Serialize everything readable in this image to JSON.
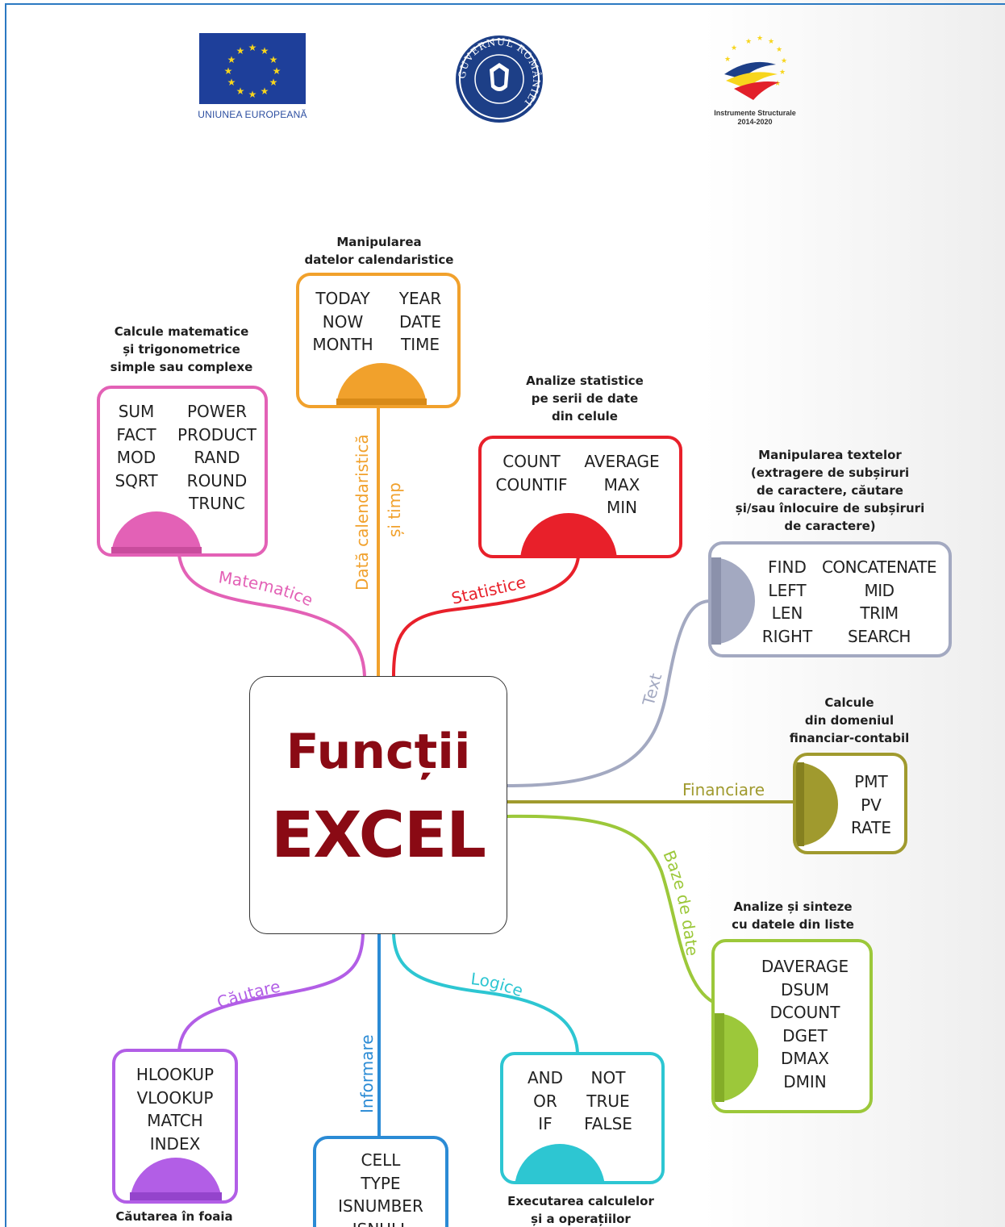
{
  "logos": {
    "eu_text": "UNIUNEA EUROPEANĂ",
    "gov_seal_text": "GUVERNUL ROMÂNIEI",
    "is_text_line1": "Instrumente Structurale",
    "is_text_line2": "2014-2020"
  },
  "center": {
    "title_line1": "Funcții",
    "title_line2": "EXCEL",
    "color": "#8a0a14"
  },
  "branches": {
    "matematice": {
      "label": "Matematice",
      "color": "#e361b6",
      "caption": [
        "Calcule matematice",
        "și trigonometrice",
        "simple sau complexe"
      ],
      "left_col": [
        "SUM",
        "FACT",
        "MOD",
        "SQRT"
      ],
      "right_col": [
        "POWER",
        "PRODUCT",
        "RAND",
        "ROUND",
        "TRUNC"
      ]
    },
    "data": {
      "label_line1": "Dată calendaristică",
      "label_line2": "și timp",
      "color": "#f1a12c",
      "caption": [
        "Manipularea",
        "datelor calendaristice"
      ],
      "left_col": [
        "TODAY",
        "NOW",
        "MONTH"
      ],
      "right_col": [
        "YEAR",
        "DATE",
        "TIME"
      ]
    },
    "statistice": {
      "label": "Statistice",
      "color": "#e8202a",
      "caption": [
        "Analize statistice",
        "pe serii de date",
        "din celule"
      ],
      "left_col": [
        "COUNT",
        "COUNTIF"
      ],
      "right_col": [
        "AVERAGE",
        "MAX",
        "MIN"
      ]
    },
    "text": {
      "label": "Text",
      "color": "#a3a9c1",
      "caption": [
        "Manipularea textelor",
        "(extragere de subșiruri",
        "de caractere, căutare",
        "și/sau înlocuire de subșiruri",
        "de caractere)"
      ],
      "left_col": [
        "FIND",
        "LEFT",
        "LEN",
        "RIGHT"
      ],
      "right_col": [
        "CONCATENATE",
        "MID",
        "TRIM",
        "SEARCH"
      ]
    },
    "financiare": {
      "label": "Financiare",
      "color": "#a09a2e",
      "caption": [
        "Calcule",
        "din domeniul",
        "financiar-contabil"
      ],
      "items": [
        "PMT",
        "PV",
        "RATE"
      ]
    },
    "baze": {
      "label": "Baze de date",
      "color": "#9cc83a",
      "caption": [
        "Analize și sinteze",
        "cu datele din liste"
      ],
      "items": [
        "DAVERAGE",
        "DSUM",
        "DCOUNT",
        "DGET",
        "DMAX",
        "DMIN"
      ]
    },
    "cautare": {
      "label": "Căutare",
      "color": "#b25ee6",
      "caption": [
        "Căutarea în foaia"
      ],
      "items": [
        "HLOOKUP",
        "VLOOKUP",
        "MATCH",
        "INDEX"
      ]
    },
    "informare": {
      "label": "Informare",
      "color": "#2b8bd5",
      "items": [
        "CELL",
        "TYPE",
        "ISNUMBER",
        "ISNULL"
      ]
    },
    "logice": {
      "label": "Logice",
      "color": "#2dc6d2",
      "caption": [
        "Executarea calculelor",
        "și a operațiilor"
      ],
      "left_col": [
        "AND",
        "OR",
        "IF"
      ],
      "right_col": [
        "NOT",
        "TRUE",
        "FALSE"
      ]
    }
  }
}
